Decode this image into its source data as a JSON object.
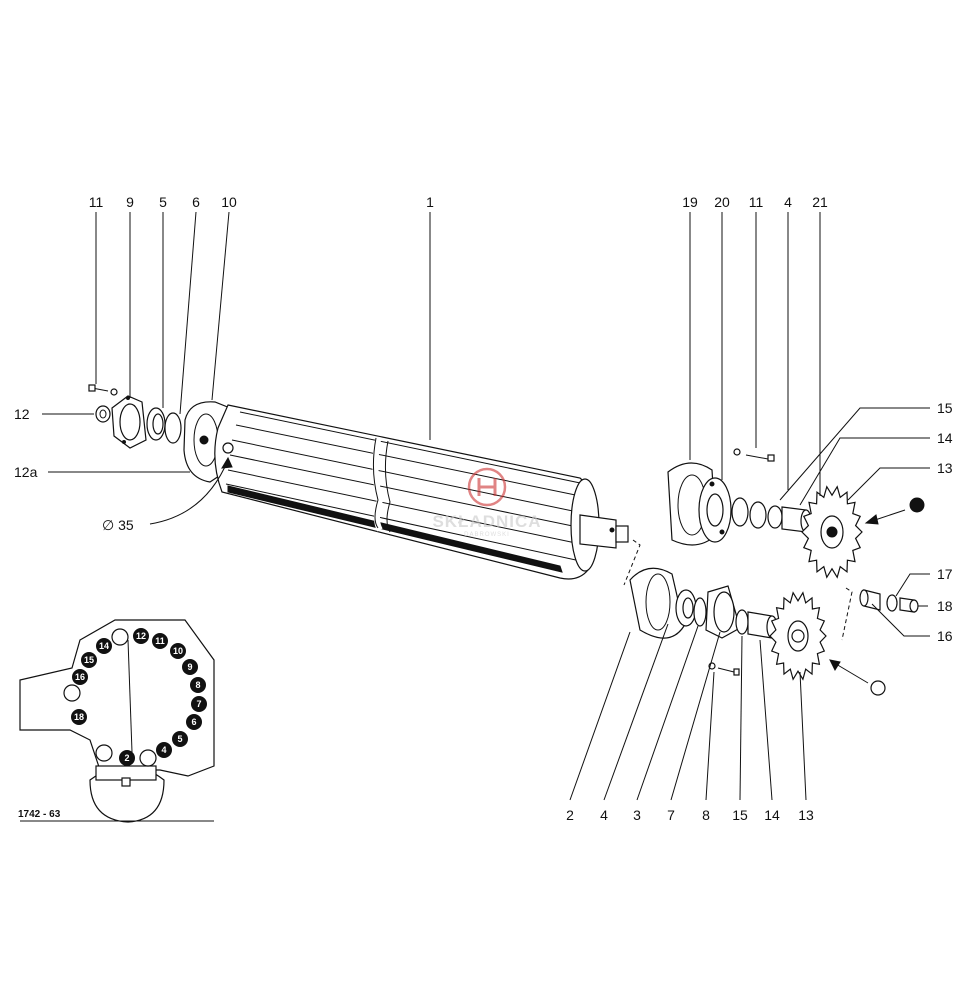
{
  "top_labels_left": [
    "11",
    "9",
    "5",
    "6",
    "10"
  ],
  "top_label_center": "1",
  "top_labels_right": [
    "19",
    "20",
    "11",
    "4",
    "21"
  ],
  "side_labels_left": [
    "12",
    "12a"
  ],
  "diameter_label": "∅ 35",
  "side_labels_right": [
    "15",
    "14",
    "13",
    "17",
    "18",
    "16"
  ],
  "bottom_labels": [
    "2",
    "4",
    "3",
    "7",
    "8",
    "15",
    "14",
    "13"
  ],
  "inset_filled_numbers": [
    "12",
    "11",
    "10",
    "9",
    "8",
    "7",
    "6",
    "5",
    "4",
    "2",
    "14",
    "15",
    "16",
    "18"
  ],
  "drawing_code": "1742 - 63",
  "watermark": {
    "brand": "SKŁADNICA",
    "sub": "DĄBROWSKI",
    "color": "#cc3333"
  }
}
